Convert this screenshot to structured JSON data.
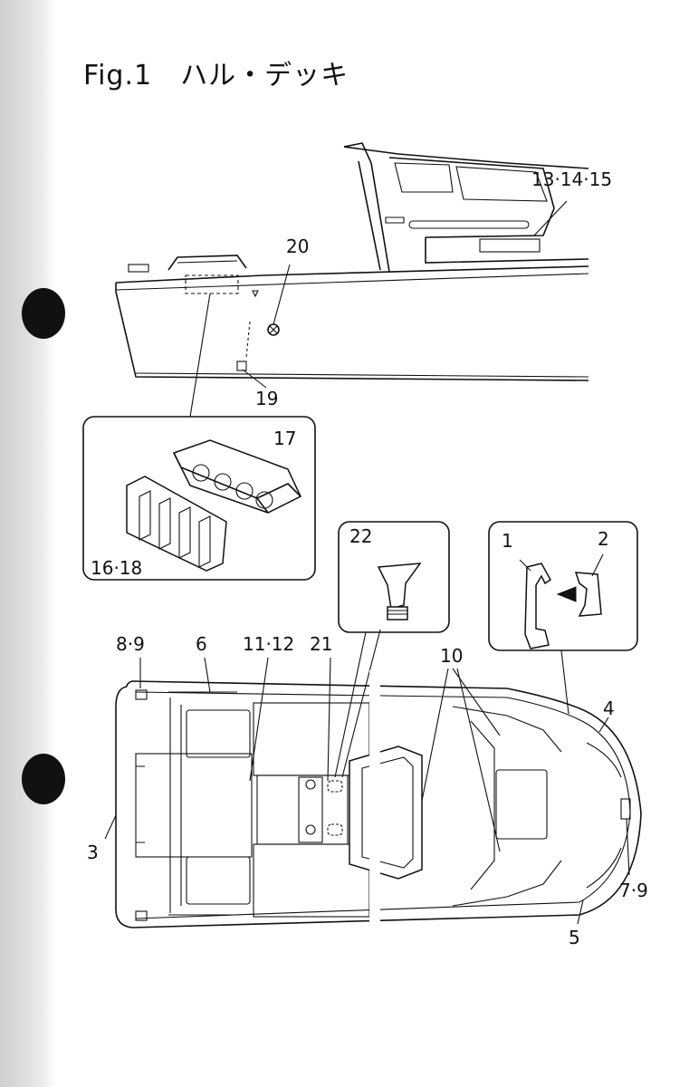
{
  "title": "Fig.1　ハル・デッキ",
  "callouts": {
    "c1": "1",
    "c2": "2",
    "c3": "3",
    "c4": "4",
    "c5": "5",
    "c6": "6",
    "c7_9": "7·9",
    "c8_9": "8·9",
    "c10": "10",
    "c11_12": "11·12",
    "c13_14_15": "13·14·15",
    "c16_18": "16·18",
    "c17": "17",
    "c19": "19",
    "c20": "20",
    "c21": "21",
    "c22": "22"
  },
  "icons": [
    "binder-hole",
    "hatch-vent-part",
    "deck-drain-fitting",
    "snap-clip-part",
    "arrow-left"
  ]
}
